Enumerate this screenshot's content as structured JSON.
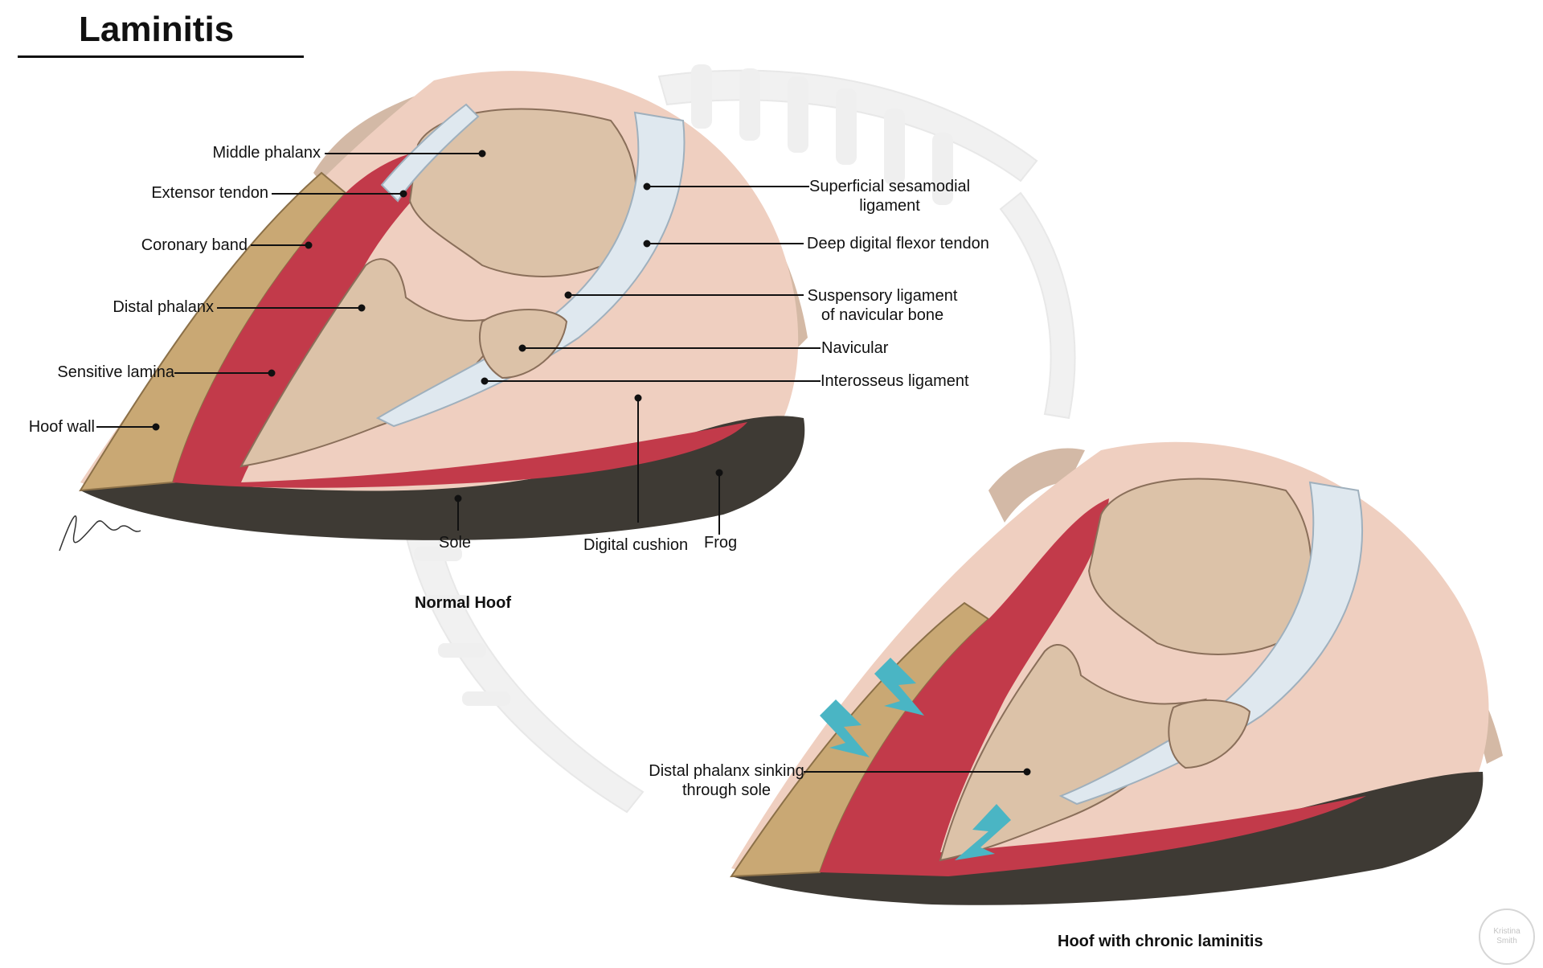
{
  "title": "Laminitis",
  "normal": {
    "caption": "Normal Hoof",
    "labels": {
      "middle_phalanx": "Middle phalanx",
      "extensor_tendon": "Extensor tendon",
      "coronary_band": "Coronary band",
      "distal_phalanx": "Distal phalanx",
      "sensitive_lamina": "Sensitive lamina",
      "hoof_wall": "Hoof wall",
      "superficial_sesamoidal_l1": "Superficial sesamodial",
      "superficial_sesamoidal_l2": "ligament",
      "deep_digital_flexor": "Deep digital flexor tendon",
      "suspensory_l1": "Suspensory ligament",
      "suspensory_l2": "of navicular bone",
      "navicular": "Navicular",
      "interosseus": "Interosseus ligament",
      "sole": "Sole",
      "digital_cushion": "Digital cushion",
      "frog": "Frog"
    }
  },
  "laminitic": {
    "caption": "Hoof with chronic laminitis",
    "labels": {
      "sinking_l1": "Distal phalanx sinking",
      "sinking_l2": "through sole"
    }
  },
  "watermark": {
    "line1": "Kristina",
    "line2": "Smith"
  },
  "colors": {
    "hoof_wall": "#c9a874",
    "lamina": "#c23a4a",
    "bone": "#dcc2a8",
    "tendon": "#dfe8ef",
    "cushion": "#efcfc0",
    "sole_dark": "#3e3a34",
    "arrow": "#4ab5c4",
    "ghost_skeleton": "#f0f0f0"
  }
}
